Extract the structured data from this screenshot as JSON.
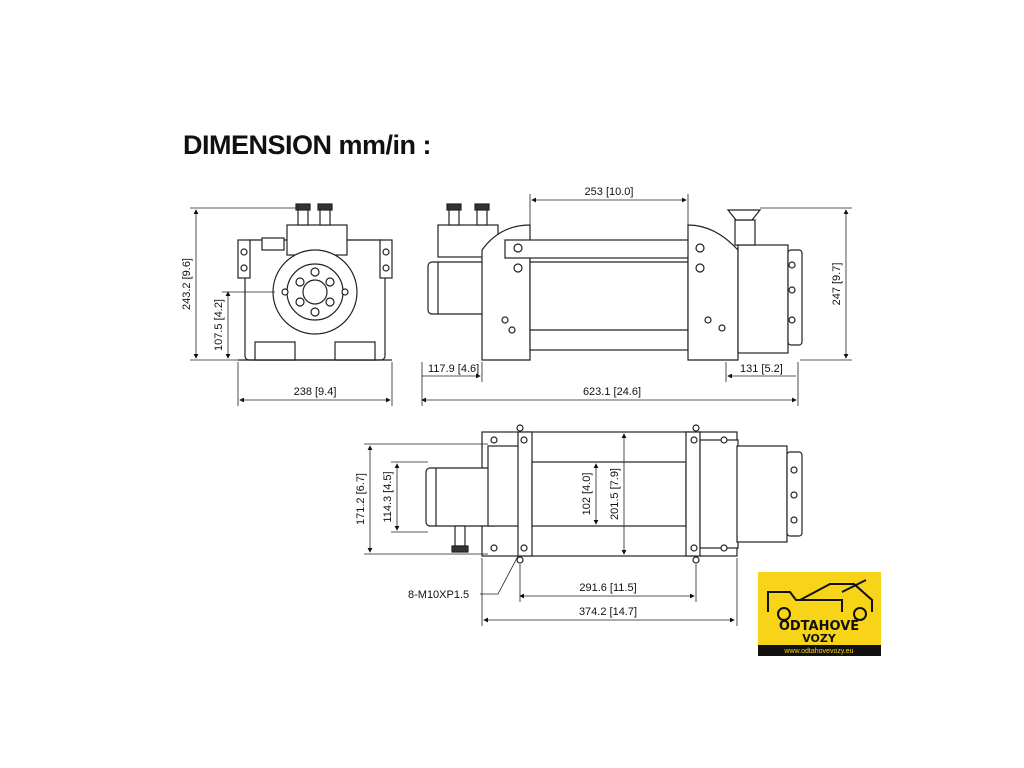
{
  "title": "DIMENSION mm/in :",
  "dimensions": {
    "height_total": "243.2 [9.6]",
    "height_axis": "107.5 [4.2]",
    "width_front": "238 [9.4]",
    "drum_top": "253 [10.0]",
    "height_side": "247 [9.7]",
    "motor_offset": "117.9 [4.6]",
    "brake_offset": "131 [5.2]",
    "length_total": "623.1 [24.6]",
    "width_top_outer": "171.2 [6.7]",
    "width_top_inner": "114.3 [4.5]",
    "drum_diameter": "102 [4.0]",
    "flange_diameter": "201.5 [7.9]",
    "bolts": "8-M10XP1.5",
    "bolt_span_inner": "291.6 [11.5]",
    "bolt_span_outer": "374.2 [14.7]"
  },
  "logo": {
    "line1": "ODTAHOVÉ",
    "line2": "VOZY",
    "url": "www.odtahovevozy.eu",
    "bg_color": "#f7d417",
    "text_color": "#111111"
  }
}
